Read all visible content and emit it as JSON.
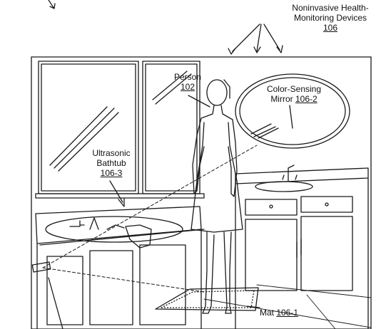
{
  "labels": {
    "devices": {
      "line1": "Noninvasive Health-",
      "line2": "Monitoring Devices",
      "ref": "106"
    },
    "person": {
      "name": "Person",
      "ref": "102"
    },
    "mirror": {
      "line1": "Color-Sensing",
      "line2": "Mirror",
      "ref": "106-2"
    },
    "bathtub": {
      "line1": "Ultrasonic",
      "line2": "Bathtub",
      "ref": "106-3"
    },
    "mat": {
      "name": "Mat",
      "ref": "106-1"
    }
  },
  "colors": {
    "line": "#1a1a1a",
    "background": "#ffffff"
  }
}
